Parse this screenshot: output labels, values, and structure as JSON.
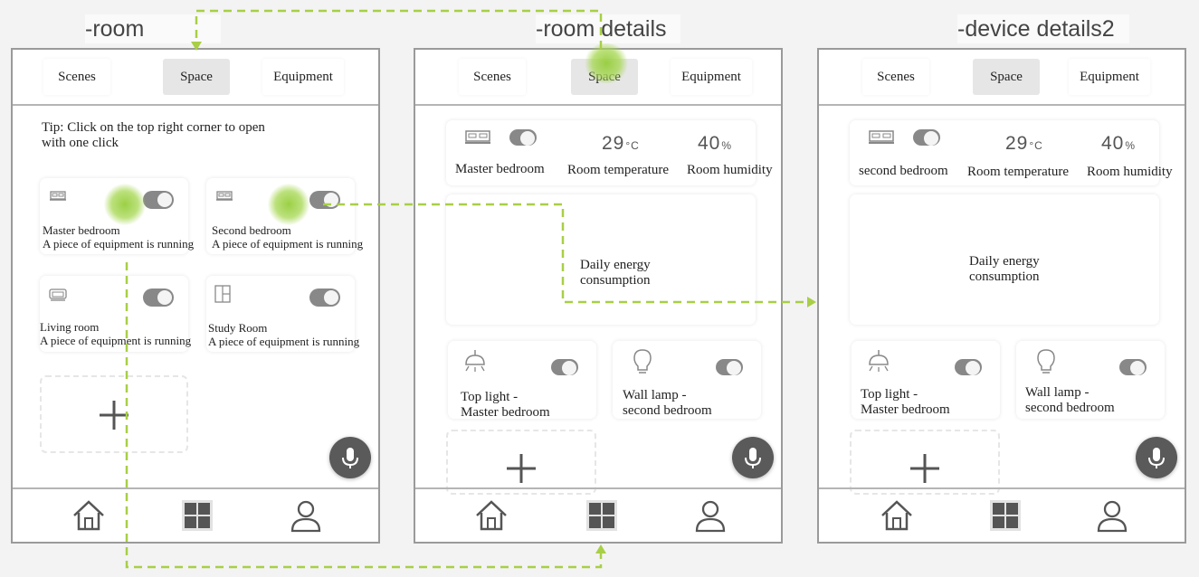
{
  "panels": [
    {
      "title": "-room",
      "tabs": [
        "Scenes",
        "Space",
        "Equipment"
      ],
      "tip": [
        "Tip: Click on the top right corner to open",
        "with one click"
      ],
      "rooms": [
        {
          "name": "Master bedroom",
          "status": "A piece of equipment is running"
        },
        {
          "name": "Second bedroom",
          "status": "A piece of equipment is running"
        },
        {
          "name": "Living room",
          "status": "A piece of equipment is running"
        },
        {
          "name": "Study Room",
          "status": "A piece of equipment is running"
        }
      ]
    },
    {
      "title": "-room details",
      "tabs": [
        "Scenes",
        "Space",
        "Equipment"
      ],
      "room_name": "Master bedroom",
      "temperature": {
        "value": "29",
        "unit": "°C",
        "label": "Room temperature"
      },
      "humidity": {
        "value": "40",
        "unit": "%",
        "label": "Room humidity"
      },
      "energy": [
        "Daily energy",
        "consumption"
      ],
      "devices": [
        {
          "line1": "Top light -",
          "line2": "Master bedroom"
        },
        {
          "line1": "Wall lamp -",
          "line2": "second bedroom"
        }
      ]
    },
    {
      "title": "-device details2",
      "tabs": [
        "Scenes",
        "Space",
        "Equipment"
      ],
      "room_name": "second bedroom",
      "temperature": {
        "value": "29",
        "unit": "°C",
        "label": "Room temperature"
      },
      "humidity": {
        "value": "40",
        "unit": "%",
        "label": "Room humidity"
      },
      "energy": [
        "Daily energy",
        "consumption"
      ],
      "devices": [
        {
          "line1": "Top light -",
          "line2": "Master bedroom"
        },
        {
          "line1": "Wall lamp -",
          "line2": "second bedroom"
        }
      ]
    }
  ],
  "icons": [
    "bed-icon",
    "sofa-icon",
    "bookshelf-icon",
    "ceiling-light-icon",
    "bulb-icon",
    "microphone-icon",
    "plus-icon",
    "home-icon",
    "grid-icon",
    "user-icon"
  ],
  "colors": {
    "flow_line": "#a8cf45",
    "touch_point": "#9bcf3c",
    "toggle": "#888888",
    "active_tab": "#e6e6e6"
  }
}
